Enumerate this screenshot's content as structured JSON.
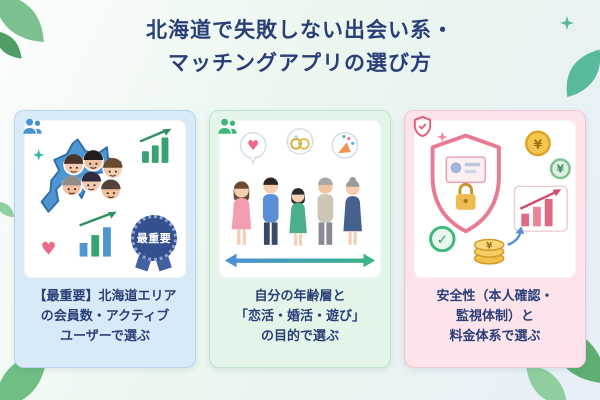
{
  "title": {
    "line1": "北海道で失敗しない出会い系・",
    "line2": "マッチングアプリの選び方"
  },
  "colors": {
    "title_text": "#2a3f78",
    "card1_accent": "#4a90d4",
    "card2_accent": "#3cb878",
    "card3_accent": "#e06080",
    "medal": "#35508f"
  },
  "icons": {
    "heart": "♥",
    "yen": "¥",
    "check": "✓"
  },
  "cards": [
    {
      "id": "members",
      "badge": "最重要",
      "caption_lines": [
        "【最重要】北海道エリア",
        "の会員数・アクティブ",
        "ユーザーで選ぶ"
      ]
    },
    {
      "id": "age-purpose",
      "caption_lines": [
        "自分の年齢層と",
        "「恋活・婚活・遊び」",
        "の目的で選ぶ"
      ]
    },
    {
      "id": "safety-price",
      "caption_lines": [
        "安全性（本人確認・",
        "監視体制）と",
        "料金体系で選ぶ"
      ]
    }
  ]
}
